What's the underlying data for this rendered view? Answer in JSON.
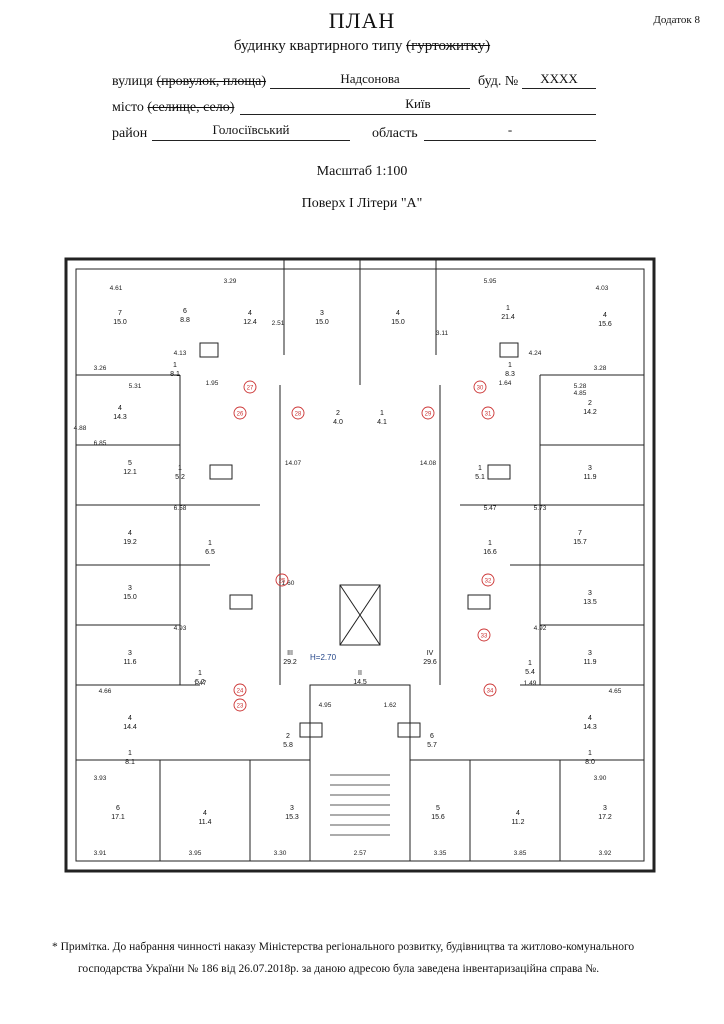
{
  "header": {
    "annex": "Додаток 8",
    "title": "ПЛАН",
    "subtitle_prefix": "будинку квартирного типу ",
    "subtitle_struck": "(гуртожитку)"
  },
  "address": {
    "street_label_prefix": "вулиця ",
    "street_label_struck": "(провулок, площа)",
    "street_value": "Надсонова",
    "building_label": "буд. №",
    "building_value": "XXXX",
    "city_label_prefix": "місто ",
    "city_label_struck": "(селище, село)",
    "city_value": "Київ",
    "district_label": "район",
    "district_value": "Голосіївський",
    "region_label": "область",
    "region_value": "-"
  },
  "scale": "Масштаб 1:100",
  "floor": "Поверх I Літери \"А\"",
  "note": {
    "line1": "* Примітка.  До набрання чинності  наказу Міністерства регіонального розвитку, будівництва та житлово-комунального",
    "line2": "господарства України № 186 від 26.07.2018р.  за даною адресою була заведена інвентаризаційна справа №."
  },
  "plan": {
    "height_mark": "H=2.70",
    "rooms": [
      {
        "num": "7",
        "area": "15.0"
      },
      {
        "num": "6",
        "area": "8.8"
      },
      {
        "num": "4",
        "area": "12.4"
      },
      {
        "num": "3",
        "area": "15.0"
      },
      {
        "num": "4",
        "area": "15.0"
      },
      {
        "num": "1",
        "area": "21.4"
      },
      {
        "num": "4",
        "area": "15.6"
      },
      {
        "num": "4",
        "area": "14.3"
      },
      {
        "num": "5",
        "area": "12.1"
      },
      {
        "num": "2",
        "area": "14.2"
      },
      {
        "num": "3",
        "area": "11.9"
      },
      {
        "num": "4",
        "area": "19.2"
      },
      {
        "num": "7",
        "area": "15.7"
      },
      {
        "num": "1",
        "area": "16.6"
      },
      {
        "num": "1",
        "area": "6.5"
      },
      {
        "num": "3",
        "area": "15.0"
      },
      {
        "num": "3",
        "area": "13.5"
      },
      {
        "num": "3",
        "area": "11.6"
      },
      {
        "num": "3",
        "area": "11.9"
      },
      {
        "num": "4",
        "area": "14.4"
      },
      {
        "num": "4",
        "area": "14.3"
      },
      {
        "num": "6",
        "area": "17.1"
      },
      {
        "num": "4",
        "area": "11.4"
      },
      {
        "num": "3",
        "area": "15.3"
      },
      {
        "num": "5",
        "area": "15.6"
      },
      {
        "num": "4",
        "area": "11.2"
      },
      {
        "num": "3",
        "area": "17.2"
      },
      {
        "num": "II",
        "area": "14.5"
      },
      {
        "num": "III",
        "area": "29.2"
      },
      {
        "num": "IV",
        "area": "29.6"
      },
      {
        "num": "2",
        "area": "4.0"
      },
      {
        "num": "1",
        "area": "4.1"
      },
      {
        "num": "1",
        "area": "8.1"
      },
      {
        "num": "1",
        "area": "8.0"
      },
      {
        "num": "1",
        "area": "8.1"
      },
      {
        "num": "1",
        "area": "8.3"
      },
      {
        "num": "2",
        "area": "5.8"
      },
      {
        "num": "6",
        "area": "5.7"
      },
      {
        "num": "1",
        "area": "5.2"
      },
      {
        "num": "1",
        "area": "5.1"
      },
      {
        "num": "1",
        "area": "5.2"
      },
      {
        "num": "1",
        "area": "5.4"
      }
    ],
    "dimensions": [
      "3.29",
      "5.95",
      "4.61",
      "4.03",
      "4.13",
      "4.24",
      "3.26",
      "3.28",
      "5.31",
      "5.28",
      "6.85",
      "6.58",
      "5.47",
      "5.73",
      "4.88",
      "4.85",
      "4.93",
      "4.92",
      "4.66",
      "4.65",
      "3.93",
      "3.90",
      "3.91",
      "3.95",
      "3.30",
      "2.57",
      "3.35",
      "3.85",
      "3.92",
      "4.95",
      "1.62",
      "1.60",
      "1.47",
      "1.49",
      "14.07",
      "14.08",
      "3.11",
      "2.51",
      "1.95",
      "1.64"
    ],
    "markers": [
      "27",
      "26",
      "28",
      "29",
      "30",
      "31",
      "32",
      "33",
      "34",
      "23",
      "24",
      "25"
    ]
  }
}
